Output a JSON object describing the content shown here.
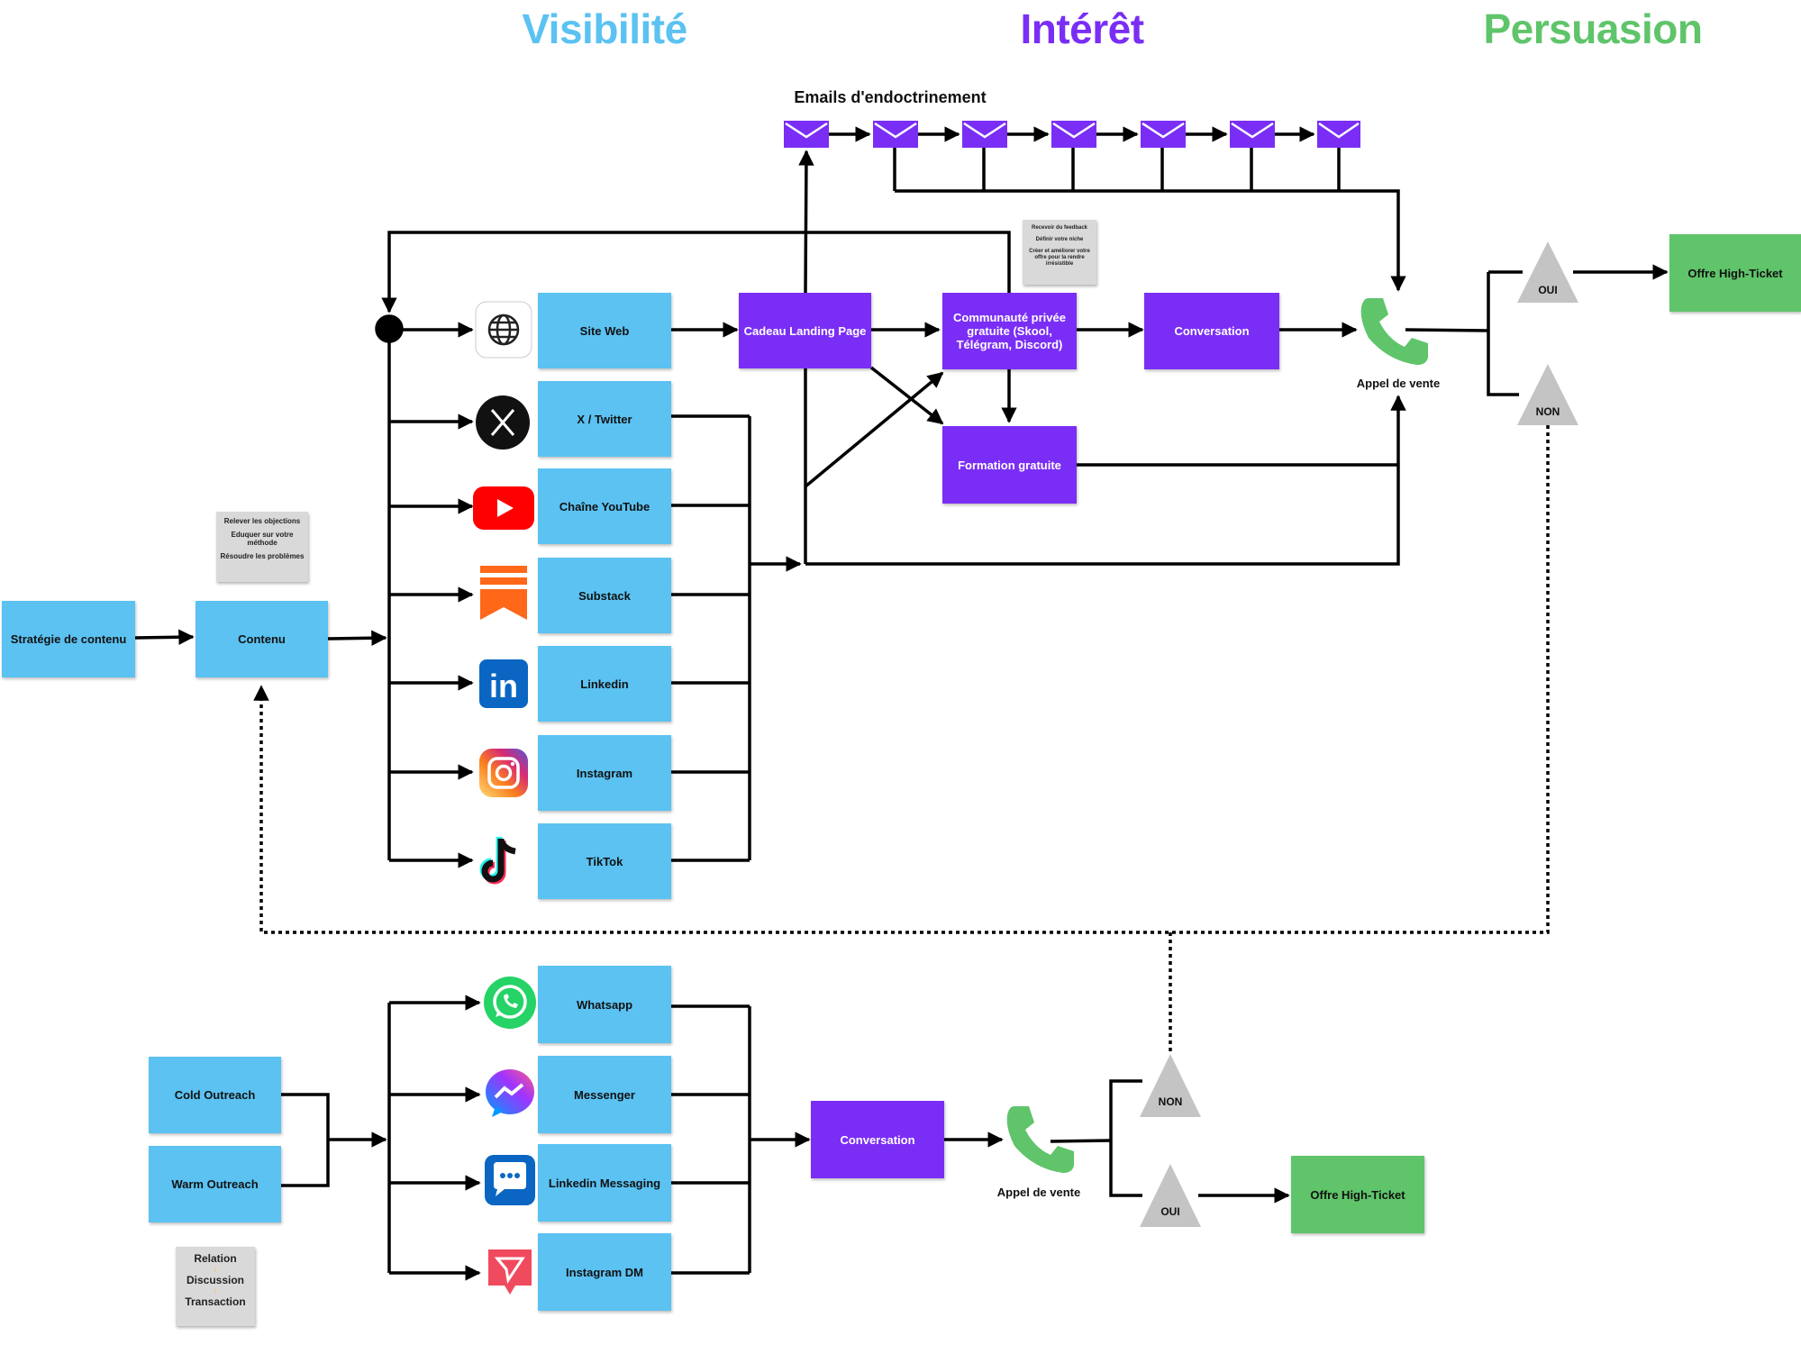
{
  "stages": {
    "visibility": "Visibilité",
    "interest": "Intérêt",
    "persuasion": "Persuasion"
  },
  "colors": {
    "visibility": "#5bc2f2",
    "interest": "#7a2ef5",
    "persuasion": "#5fc46a",
    "decision_gray": "#c4c4c4"
  },
  "emails_title": "Emails d'endoctrinement",
  "left": {
    "strategy": "Stratégie de contenu",
    "content": "Contenu",
    "note": [
      "Relever les objections",
      "Eduquer sur votre méthode",
      "Résoudre les problèmes"
    ]
  },
  "channels": [
    {
      "label": "Site Web",
      "icon": "globe-icon"
    },
    {
      "label": "X / Twitter",
      "icon": "x-icon"
    },
    {
      "label": "Chaîne YouTube",
      "icon": "youtube-icon"
    },
    {
      "label": "Substack",
      "icon": "substack-icon"
    },
    {
      "label": "Linkedin",
      "icon": "linkedin-icon"
    },
    {
      "label": "Instagram",
      "icon": "instagram-icon"
    },
    {
      "label": "TikTok",
      "icon": "tiktok-icon"
    }
  ],
  "interest": {
    "landing": "Cadeau Landing Page",
    "community": "Communauté privée gratuite (Skool, Télégram, Discord)",
    "conversation": "Conversation",
    "training": "Formation gratuite",
    "note": [
      "Recevoir du feedback",
      "Définir votre niche",
      "Créer et améliorer votre offre pour la rendre irrésistible"
    ]
  },
  "persuasion": {
    "call_label": "Appel de vente",
    "yes": "OUI",
    "no": "NON",
    "offer": "Offre High-Ticket"
  },
  "outreach": {
    "cold": "Cold Outreach",
    "warm": "Warm Outreach",
    "note": [
      "Relation",
      "Discussion",
      "Transaction"
    ],
    "channels": [
      {
        "label": "Whatsapp",
        "icon": "whatsapp-icon"
      },
      {
        "label": "Messenger",
        "icon": "messenger-icon"
      },
      {
        "label": "Linkedin Messaging",
        "icon": "linkedin-messaging-icon"
      },
      {
        "label": "Instagram DM",
        "icon": "instagram-dm-icon"
      }
    ],
    "conversation": "Conversation",
    "call_label": "Appel de vente",
    "no": "NON",
    "yes": "OUI",
    "offer": "Offre High-Ticket"
  }
}
